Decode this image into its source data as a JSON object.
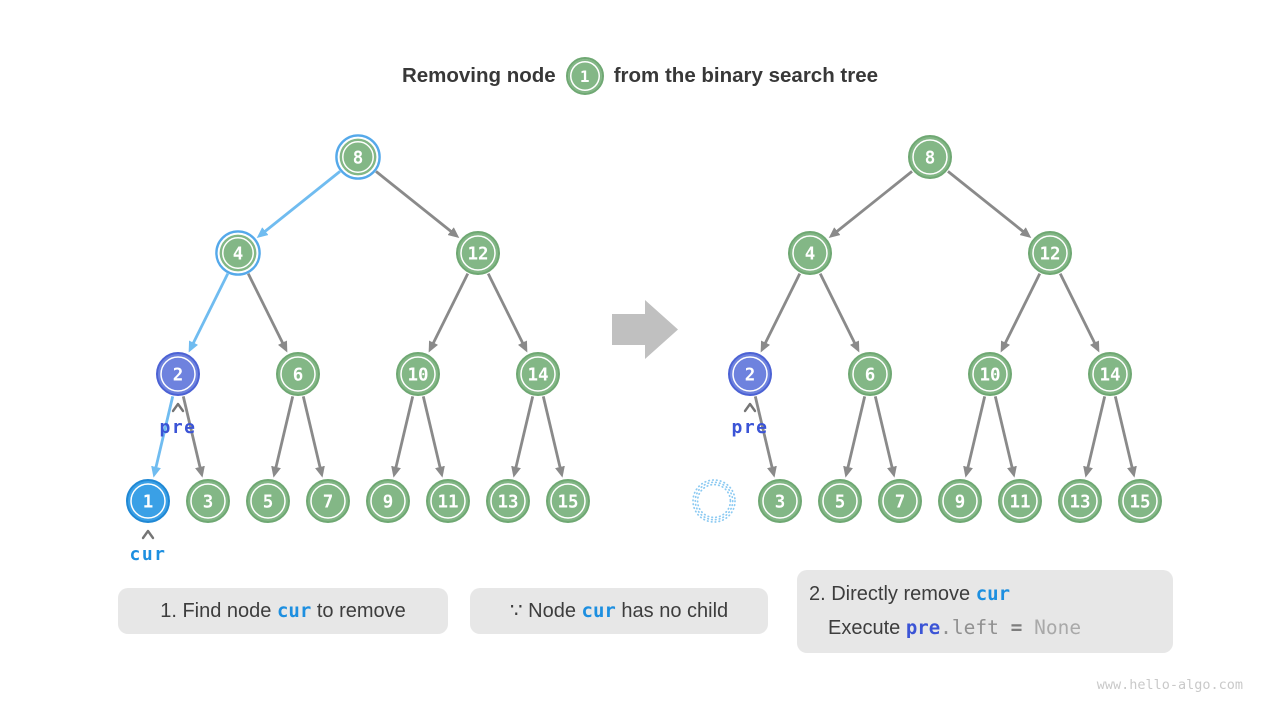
{
  "title": {
    "prefix": "Removing node",
    "node_value": "1",
    "suffix": "from the binary search tree"
  },
  "watermark": "www.hello-algo.com",
  "colors": {
    "title_text": "#383838",
    "node_green_fill": "#83b786",
    "node_green_stroke": "#6fa873",
    "visited_ring_blue": "#55a9ea",
    "pre_fill": "#6e82de",
    "pre_stroke": "#4c62d4",
    "cur_fill": "#3aa0e6",
    "cur_stroke": "#2088d4",
    "node_text": "#ffffff",
    "edge_gray": "#8a8a8a",
    "edge_blue": "#70bcf0",
    "caret_gray": "#757575",
    "label_pre": "#3b54d6",
    "label_cur": "#1d8fe0",
    "removed_dotted": "#8ccaf2",
    "transition_arrow": "#c0c0c0",
    "caption_bg": "#e7e7e7",
    "caption_text": "#3d3d3d",
    "code_gray": "#909090",
    "code_eq": "#7d7d7d",
    "code_light": "#a9a9a9",
    "watermark_gray": "#c9c9c9"
  },
  "diagram": {
    "values_bfs": [
      8,
      4,
      12,
      2,
      6,
      10,
      14,
      1,
      3,
      5,
      7,
      9,
      11,
      13,
      15
    ],
    "trees": [
      {
        "name": "bst-before",
        "side": "left",
        "visited": [
          8,
          4
        ],
        "pre_node": 2,
        "cur_node": 1,
        "highlight_edges": [
          [
            8,
            4
          ],
          [
            4,
            2
          ],
          [
            2,
            1
          ]
        ],
        "removed": [],
        "pointer_labels": [
          {
            "node": 2,
            "text": "pre",
            "style": "pre"
          },
          {
            "node": 1,
            "text": "cur",
            "style": "cur"
          }
        ]
      },
      {
        "name": "bst-after",
        "side": "right",
        "visited": [],
        "pre_node": 2,
        "cur_node": null,
        "highlight_edges": [],
        "removed": [
          1
        ],
        "pointer_labels": [
          {
            "node": 2,
            "text": "pre",
            "style": "pre"
          }
        ]
      }
    ]
  },
  "captions": [
    {
      "name": "step-1",
      "lines": [
        [
          {
            "t": "1. Find node ",
            "s": "plain"
          },
          {
            "t": "cur",
            "s": "cur"
          },
          {
            "t": " to remove",
            "s": "plain"
          }
        ]
      ]
    },
    {
      "name": "because-no-child",
      "lines": [
        [
          {
            "t": "∵ Node ",
            "s": "plain"
          },
          {
            "t": "cur",
            "s": "cur"
          },
          {
            "t": " has no child",
            "s": "plain"
          }
        ]
      ]
    },
    {
      "name": "step-2",
      "lines": [
        [
          {
            "t": "2. Directly remove ",
            "s": "plain"
          },
          {
            "t": "cur",
            "s": "cur"
          }
        ],
        [
          {
            "t": "Execute ",
            "s": "plain"
          },
          {
            "t": "pre",
            "s": "pre"
          },
          {
            "t": ".left",
            "s": "code"
          },
          {
            "t": " = ",
            "s": "eq"
          },
          {
            "t": "None",
            "s": "none"
          }
        ]
      ]
    }
  ]
}
